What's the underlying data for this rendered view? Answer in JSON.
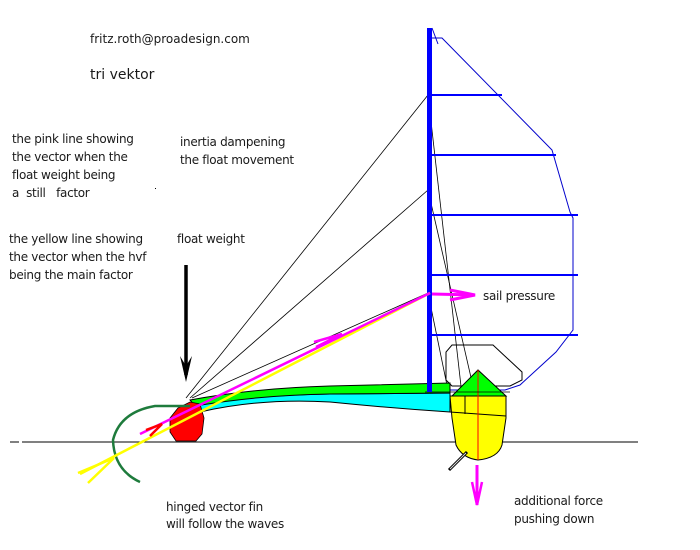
{
  "header": {
    "email": "fritz.roth@proadesign.com",
    "title": "tri vektor"
  },
  "annotations": {
    "pink_line": [
      "the pink line showing",
      "the vector when the",
      "float weight being",
      "a  still   factor"
    ],
    "yellow_line": [
      "the yellow line showing",
      "the vector when the hvf",
      "being the main factor"
    ],
    "inertia": [
      "inertia dampening",
      "the float movement"
    ],
    "float_weight": "float weight",
    "sail_pressure": "sail pressure",
    "hinged_fin": [
      "hinged vector fin",
      "will follow the waves"
    ],
    "additional_force": [
      "additional force",
      "pushing down"
    ]
  },
  "colors": {
    "mast": "#0000ff",
    "pink_vector": "#ff00ff",
    "yellow_vector": "#ffff00",
    "float": "#ff0000",
    "hull_green": "#00ff00",
    "hull_cyan": "#00ffff",
    "main_hull": "#ffff00",
    "fin": "#1e7b3c",
    "line": "#000000"
  }
}
